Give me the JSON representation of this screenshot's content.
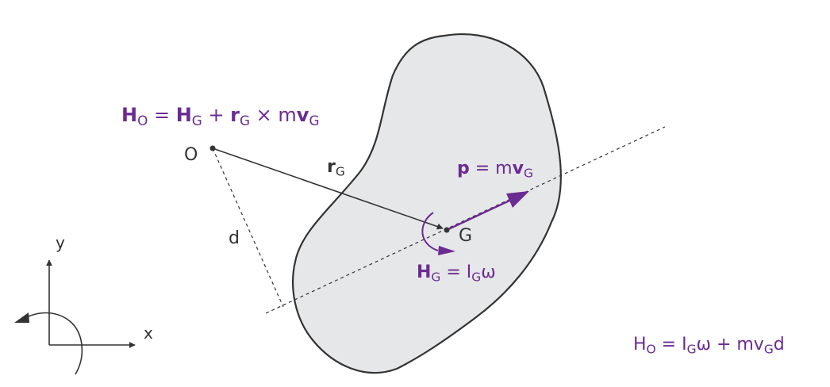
{
  "colors": {
    "accent": "#6a2c91",
    "ink": "#333333",
    "body_fill": "#e6e7e9"
  },
  "labels": {
    "top_eq": {
      "H": "H",
      "O": "O",
      "eq": " = ",
      "H2": "H",
      "G": "G",
      "plus": " + ",
      "r": "r",
      "G2": "G",
      "times": " × m",
      "v": "v",
      "G3": "G"
    },
    "point_o": "O",
    "r_g": {
      "r": "r",
      "G": "G"
    },
    "p_eq": {
      "p": "p",
      "rest": " = m",
      "v": "v",
      "G": "G"
    },
    "point_g": "G",
    "hg_eq": {
      "H": "H",
      "G": "G",
      "eq": " = I",
      "G2": "G",
      "omega": "ω"
    },
    "d": "d",
    "axis_y": "y",
    "axis_x": "x",
    "bottom_eq": {
      "H": "H",
      "O": "O",
      "eq": " = I",
      "G": "G",
      "mid": "ω + mv",
      "G2": "G",
      "d": "d"
    }
  }
}
